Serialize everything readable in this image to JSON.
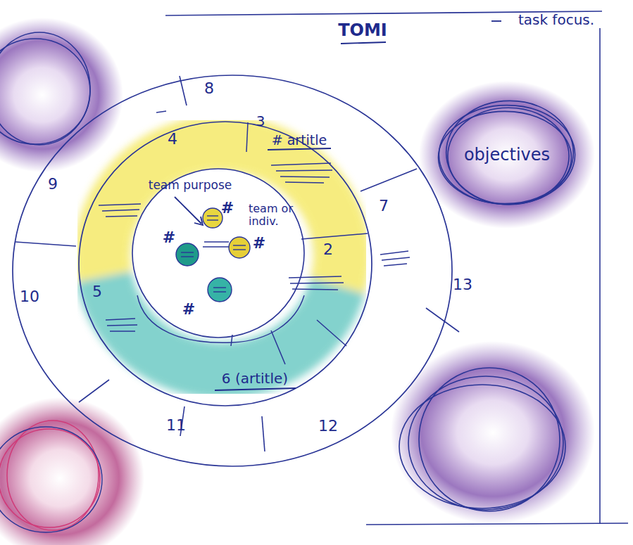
{
  "diagram": {
    "title": "TOMI",
    "nodes": [
      {
        "text": [
          "objectives"
        ]
      }
    ],
    "labels": [
      "task focus.",
      "8",
      "4",
      "3",
      "# artitle",
      "team purpose",
      "team or indiv.",
      "9",
      "7",
      "2",
      "10",
      "5",
      "13",
      "6 (artitle)",
      "11",
      "12",
      "#",
      "#",
      "#",
      "#"
    ]
  }
}
